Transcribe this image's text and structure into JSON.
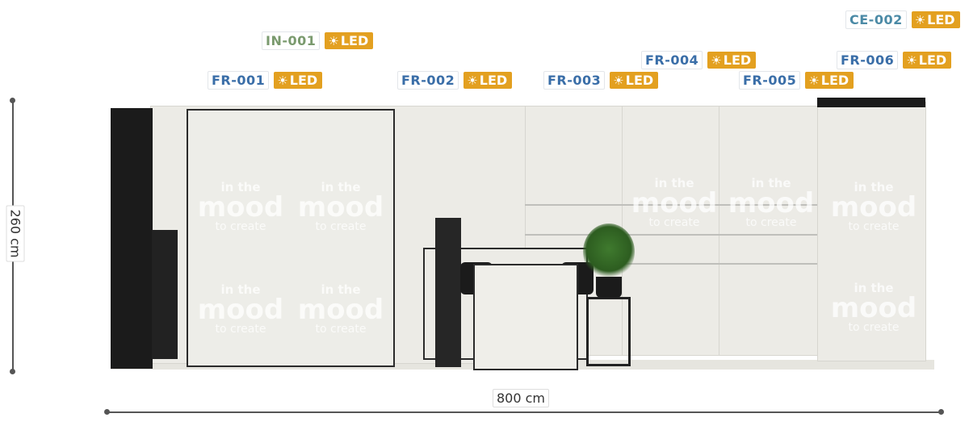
{
  "dimensions": {
    "height_label": "260 cm",
    "width_label": "800 cm"
  },
  "tags": [
    {
      "code": "IN-001",
      "kind": "in",
      "led": "LED"
    },
    {
      "code": "FR-001",
      "kind": "fr",
      "led": "LED"
    },
    {
      "code": "FR-002",
      "kind": "fr",
      "led": "LED"
    },
    {
      "code": "FR-003",
      "kind": "fr",
      "led": "LED"
    },
    {
      "code": "FR-004",
      "kind": "fr",
      "led": "LED"
    },
    {
      "code": "FR-005",
      "kind": "fr",
      "led": "LED"
    },
    {
      "code": "FR-006",
      "kind": "fr",
      "led": "LED"
    },
    {
      "code": "CE-002",
      "kind": "ce",
      "led": "LED"
    }
  ],
  "watermark": {
    "line1": "in the",
    "line2": "mood",
    "line3": "to create"
  },
  "colors": {
    "led_badge": "#e3a020",
    "fr_text": "#3a6ea8",
    "in_text": "#7a9a6e",
    "ce_text": "#4b8aa6"
  },
  "icons": {
    "led": "sun-icon"
  }
}
